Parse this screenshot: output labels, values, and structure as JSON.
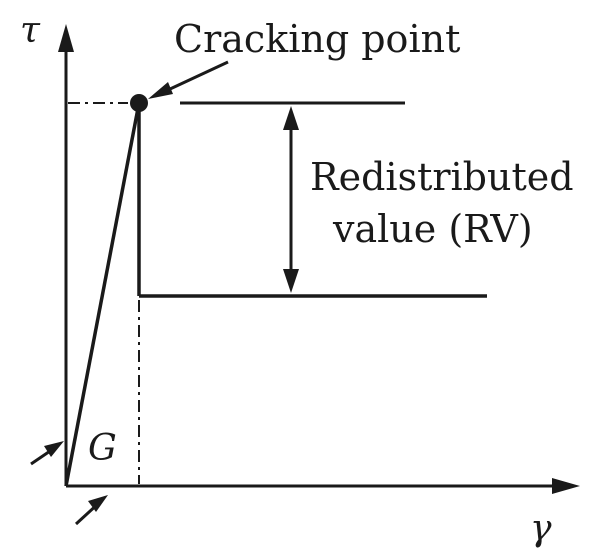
{
  "diagram": {
    "axes": {
      "y_label": "τ",
      "x_label": "γ"
    },
    "labels": {
      "cracking_point": "Cracking point",
      "redistributed_line1": "Redistributed",
      "redistributed_line2": "value (RV)",
      "slope": "G"
    },
    "colors": {
      "ink": "#1a1a1a",
      "background": "#ffffff"
    }
  }
}
